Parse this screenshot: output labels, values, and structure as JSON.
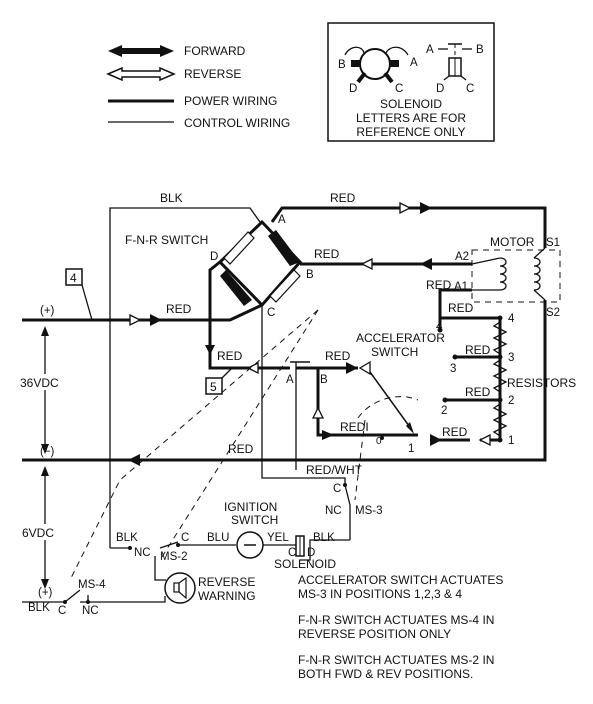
{
  "legend": {
    "forward": "FORWARD",
    "reverse": "REVERSE",
    "power_wiring": "POWER WIRING",
    "control_wiring": "CONTROL WIRING"
  },
  "solenoid_box": {
    "line1": "SOLENOID",
    "line2": "LETTERS ARE FOR",
    "line3": "REFERENCE ONLY",
    "a": "A",
    "b": "B",
    "c": "C",
    "d": "D"
  },
  "fnr": {
    "title": "F-N-R SWITCH",
    "a": "A",
    "b": "B",
    "c": "C",
    "d": "D"
  },
  "wires": {
    "blk": "BLK",
    "red": "RED",
    "redi": "REDI",
    "red_wht": "RED/WHT",
    "blu": "BLU",
    "yel": "YEL"
  },
  "motor": {
    "label": "MOTOR",
    "s1": "S1",
    "s2": "S2",
    "a1": "A1",
    "a2": "A2"
  },
  "accelerator": {
    "line1": "ACCELERATOR",
    "line2": "SWITCH",
    "a": "A",
    "b": "B",
    "zero": "0",
    "one": "1"
  },
  "resistors": {
    "label": "RESISTORS",
    "t1": "1",
    "t2": "2",
    "t3": "3",
    "t4": "4"
  },
  "supply": {
    "box4": "4",
    "box5": "5",
    "plus": "(+)",
    "minus": "(−)",
    "v36": "36VDC",
    "v6": "6VDC"
  },
  "switches": {
    "ms2": "MS-2",
    "ms3": "MS-3",
    "ms4": "MS-4",
    "nc": "NC",
    "c": "C",
    "d": "D",
    "ignition_1": "IGNITION",
    "ignition_2": "SWITCH",
    "solenoid": "SOLENOID",
    "reverse_1": "REVERSE",
    "reverse_2": "WARNING"
  },
  "notes": {
    "n1a": "ACCELERATOR SWITCH ACTUATES",
    "n1b": "MS-3 IN POSITIONS 1,2,3 & 4",
    "n2a": "F-N-R SWITCH ACTUATES MS-4 IN",
    "n2b": "REVERSE POSITION ONLY",
    "n3a": "F-N-R SWITCH ACTUATES MS-2 IN",
    "n3b": "BOTH FWD & REV POSITIONS."
  }
}
